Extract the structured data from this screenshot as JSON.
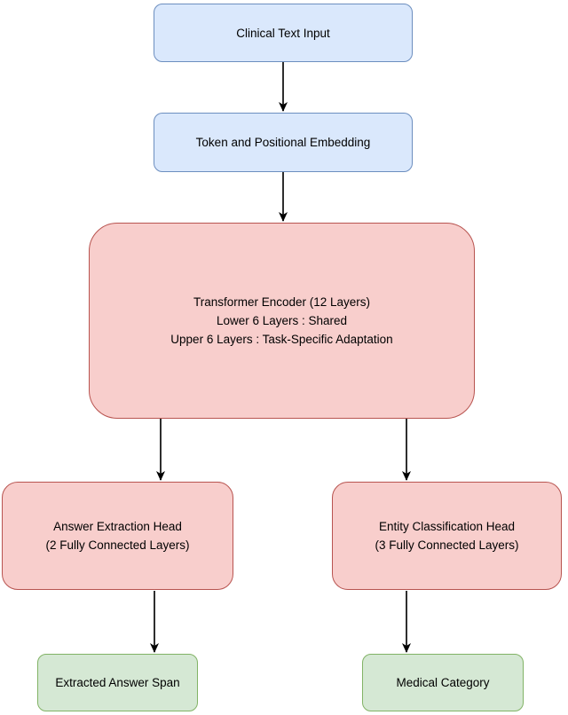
{
  "diagram": {
    "type": "flowchart",
    "nodes": {
      "clinical_text_input": {
        "label": "Clinical Text Input",
        "fill": "#dae8fc",
        "stroke": "#6c8ebf"
      },
      "token_positional_embedding": {
        "label": "Token and Positional Embedding",
        "fill": "#dae8fc",
        "stroke": "#6c8ebf"
      },
      "transformer_encoder": {
        "lines": [
          "Transformer Encoder (12 Layers)",
          "Lower 6 Layers : Shared",
          "Upper 6 Layers : Task-Specific Adaptation"
        ],
        "fill": "#f8cecc",
        "stroke": "#b85450"
      },
      "answer_extraction_head": {
        "lines": [
          "Answer Extraction Head",
          "(2 Fully Connected Layers)"
        ],
        "fill": "#f8cecc",
        "stroke": "#b85450"
      },
      "entity_classification_head": {
        "lines": [
          "Entity Classification Head",
          "(3 Fully Connected Layers)"
        ],
        "fill": "#f8cecc",
        "stroke": "#b85450"
      },
      "extracted_answer_span": {
        "label": "Extracted Answer Span",
        "fill": "#d5e8d4",
        "stroke": "#82b366"
      },
      "medical_category": {
        "label": "Medical Category",
        "fill": "#d5e8d4",
        "stroke": "#82b366"
      }
    },
    "edges": [
      {
        "from": "clinical_text_input",
        "to": "token_positional_embedding"
      },
      {
        "from": "token_positional_embedding",
        "to": "transformer_encoder"
      },
      {
        "from": "transformer_encoder",
        "to": "answer_extraction_head"
      },
      {
        "from": "transformer_encoder",
        "to": "entity_classification_head"
      },
      {
        "from": "answer_extraction_head",
        "to": "extracted_answer_span"
      },
      {
        "from": "entity_classification_head",
        "to": "medical_category"
      }
    ],
    "colors": {
      "arrow": "#2e2e2e",
      "arrowhead": "#000000",
      "background": "#ffffff"
    }
  }
}
